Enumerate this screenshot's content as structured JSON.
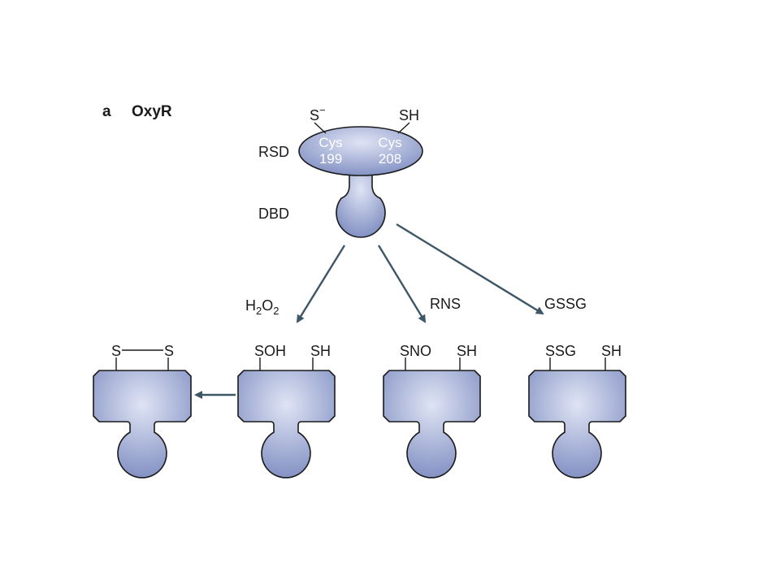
{
  "panel": {
    "letter": "a",
    "title": "OxyR"
  },
  "top": {
    "left_group": "S",
    "left_charge": "−",
    "right_group": "SH",
    "rsd_label": "RSD",
    "dbd_label": "DBD",
    "residue_left": {
      "name": "Cys",
      "number": "199"
    },
    "residue_right": {
      "name": "Cys",
      "number": "208"
    }
  },
  "oxidants": {
    "h2o2": {
      "h1": "H",
      "s1": "2",
      "o": "O",
      "s2": "2"
    },
    "rns": "RNS",
    "gssg": "GSSG"
  },
  "products": [
    {
      "left_group": "S",
      "right_group": "S",
      "disulfide": true
    },
    {
      "left_group": "SOH",
      "right_group": "SH"
    },
    {
      "left_group": "SNO",
      "right_group": "SH"
    },
    {
      "left_group": "SSG",
      "right_group": "SH"
    }
  ],
  "colors": {
    "protein_center": "#dfe4f4",
    "protein_edge": "#7e8dc1",
    "outline": "#1a1a1a",
    "arrow": "#3e5766",
    "text": "#1a1a1a"
  }
}
